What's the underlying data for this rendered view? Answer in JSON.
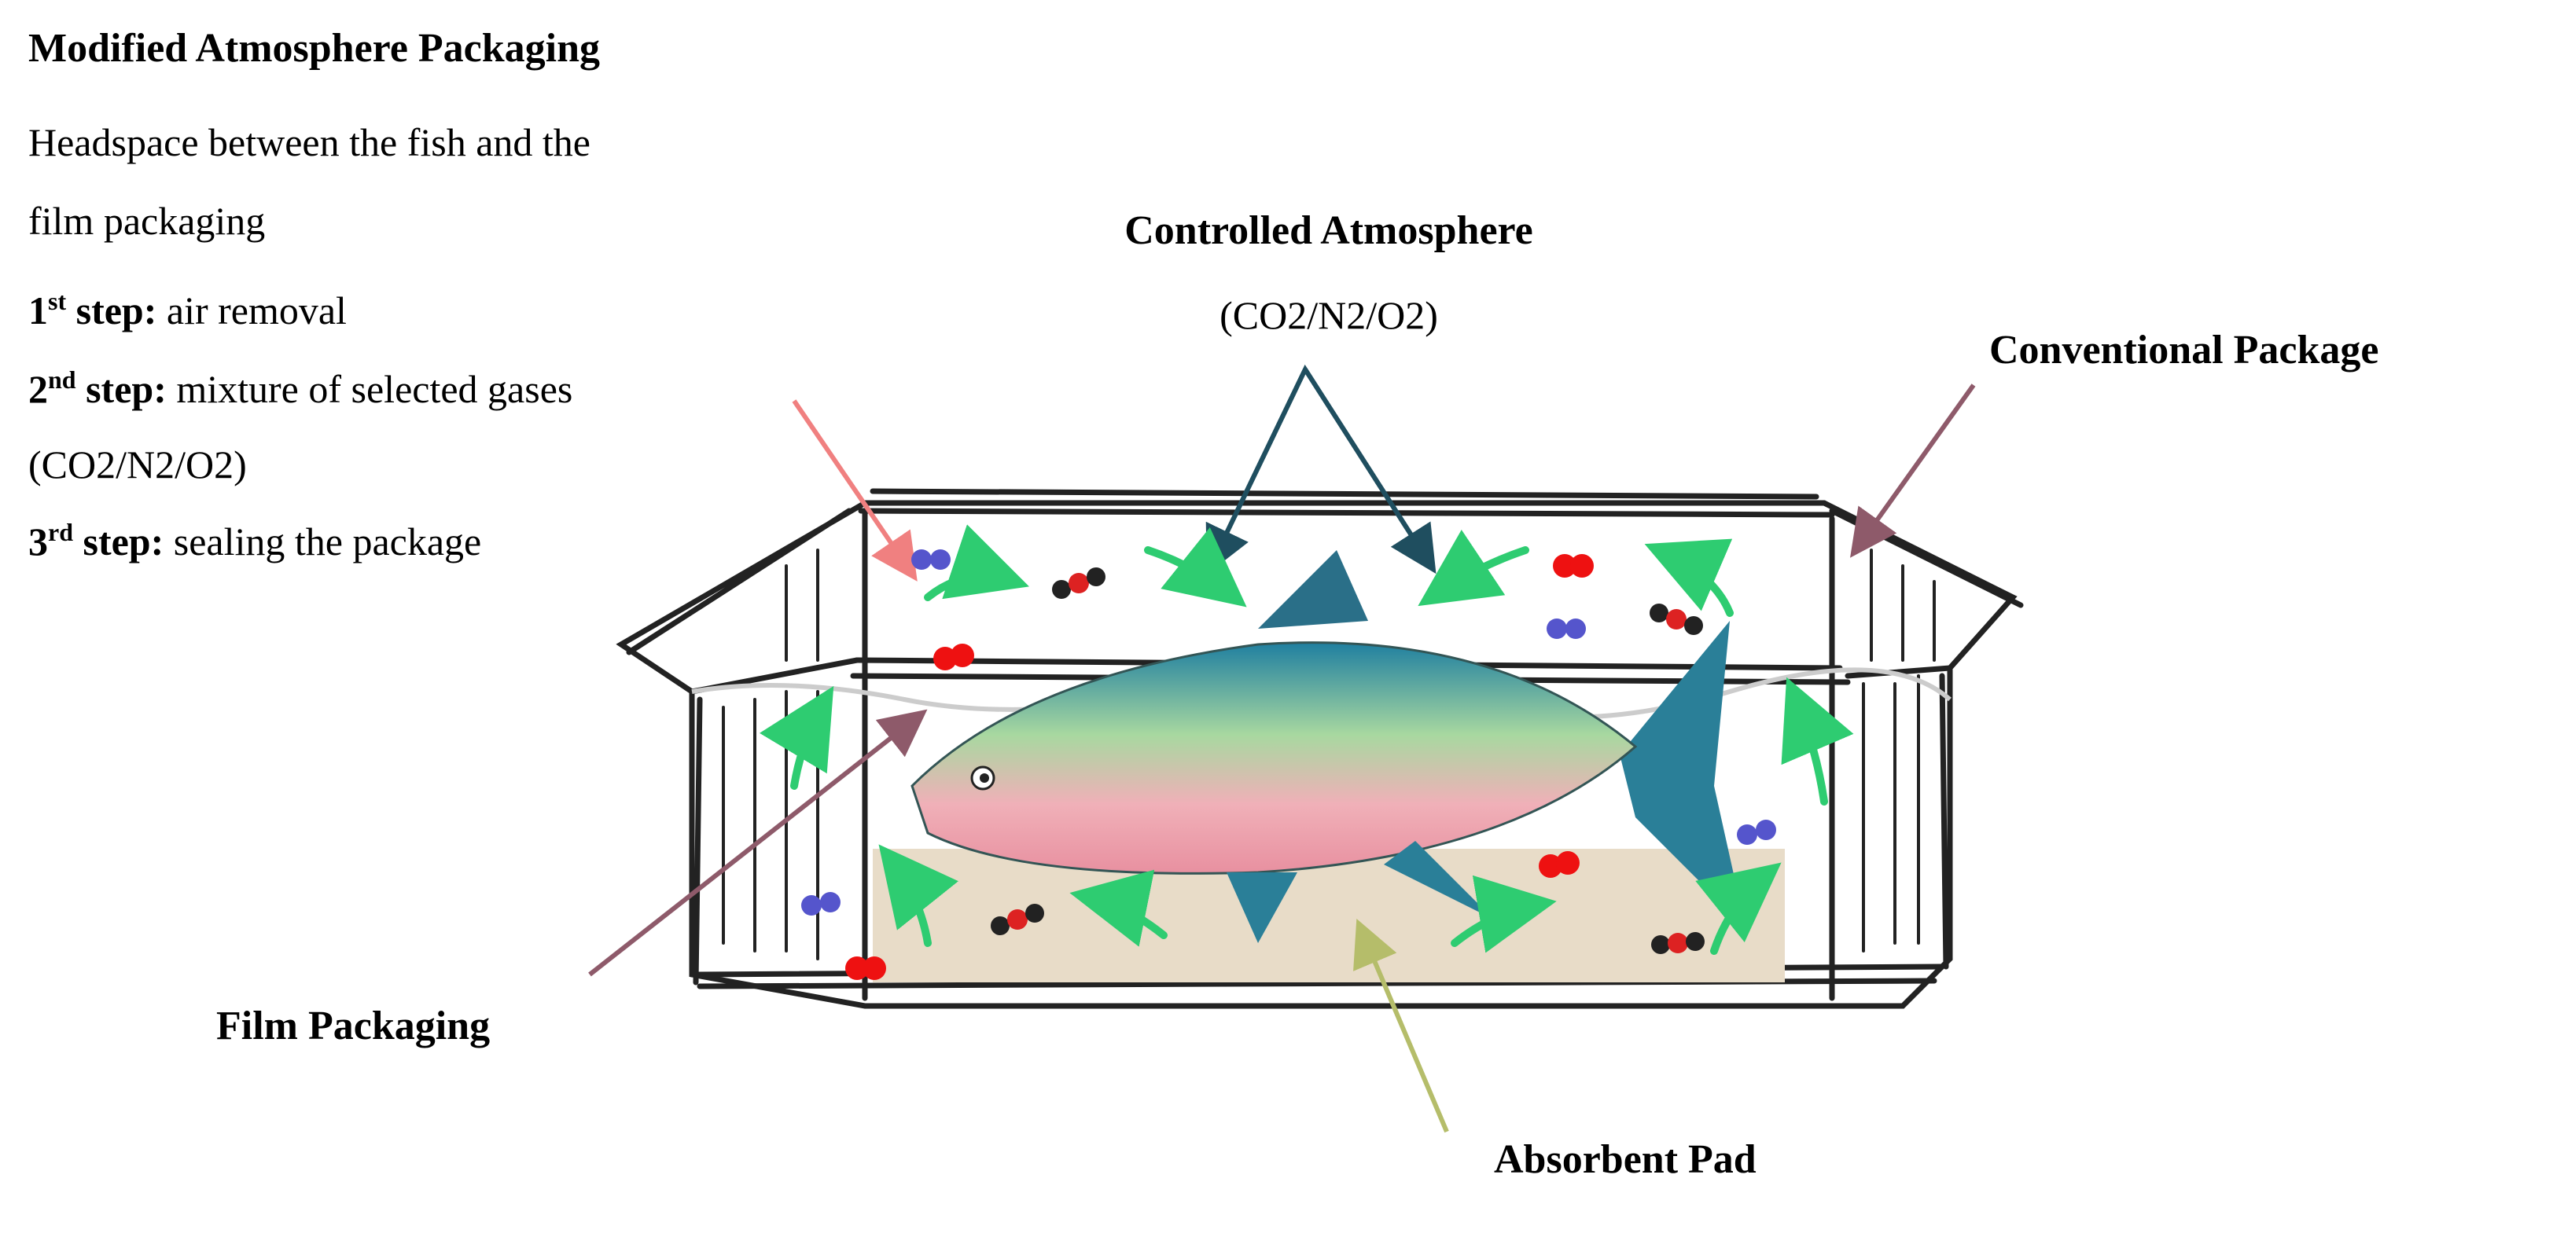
{
  "left_panel": {
    "title": "Modified Atmosphere Packaging",
    "desc_line1": "Headspace between the fish and the",
    "desc_line2": "film packaging",
    "step1_num": "1",
    "step1_sup": "st",
    "step1_label": " step:",
    "step1_text": " air removal",
    "step2_num": "2",
    "step2_sup": "nd",
    "step2_label": " step:",
    "step2_text": " mixture of selected gases",
    "step2_gases": "(CO2/N2/O2)",
    "step3_num": "3",
    "step3_sup": "rd",
    "step3_label": " step:",
    "step3_text": " sealing the package"
  },
  "labels": {
    "controlled_atmosphere": "Controlled Atmosphere",
    "controlled_gases": "(CO2/N2/O2)",
    "conventional_package": "Conventional Package",
    "film_packaging": "Film Packaging",
    "absorbent_pad": "Absorbent Pad"
  },
  "colors": {
    "flow_arrow": "#2ecc71",
    "controlled_arrow": "#1f4e5f",
    "conventional_arrow": "#8e5a6a",
    "film_arrow": "#8e5a6a",
    "headspace_arrow": "#f08080",
    "pad_arrow": "#b5bd6a",
    "pad": "#e8dcc8"
  }
}
